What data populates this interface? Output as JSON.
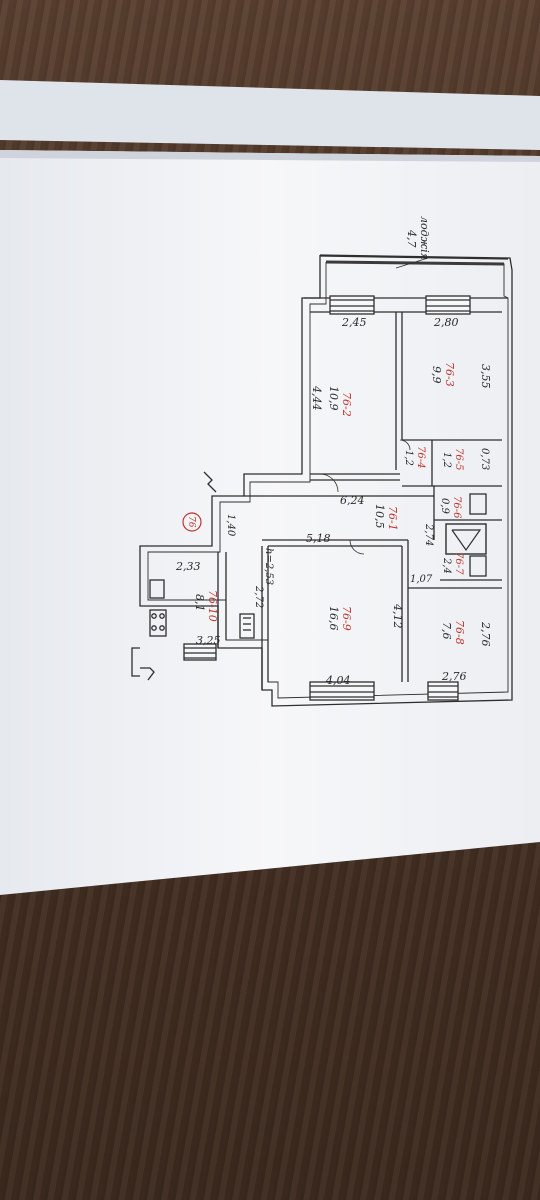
{
  "rooms": [
    {
      "id": "76-2",
      "area": "10,9"
    },
    {
      "id": "76-3",
      "area": "9,9"
    },
    {
      "id": "76-4",
      "area": "1,2"
    },
    {
      "id": "76-5",
      "area": "1,2"
    },
    {
      "id": "76-6",
      "area": "0,9"
    },
    {
      "id": "76-1",
      "area": "10,5"
    },
    {
      "id": "76-7",
      "area": "2,4"
    },
    {
      "id": "76-8",
      "area": "7,6"
    },
    {
      "id": "76-9",
      "area": "16,6"
    },
    {
      "id": "76-10",
      "area": "8,1"
    }
  ],
  "dimensions": {
    "d_2_45": "2,45",
    "d_2_80": "2,80",
    "d_3_55": "3,55",
    "d_4_44": "4,44",
    "d_0_73": "0,73",
    "d_6_24": "6,24",
    "d_1_40": "1,40",
    "d_5_18": "5,18",
    "d_2_74": "2,74",
    "d_h_2_53": "h=2,53",
    "d_2_33": "2,33",
    "d_2_72": "2,72",
    "d_1_07": "1,07",
    "d_4_12": "4,12",
    "d_2_76_a": "2,76",
    "d_3_25": "3,25",
    "d_4_04": "4,04",
    "d_2_76_b": "2,76"
  },
  "loggia": {
    "label": "лоджія",
    "area": "4,7"
  },
  "apartment_mark": "76",
  "colors": {
    "paper": "#f4f5f7",
    "ink": "#2a2a2a",
    "room_number": "#c0342a",
    "table": "#4a3325"
  }
}
